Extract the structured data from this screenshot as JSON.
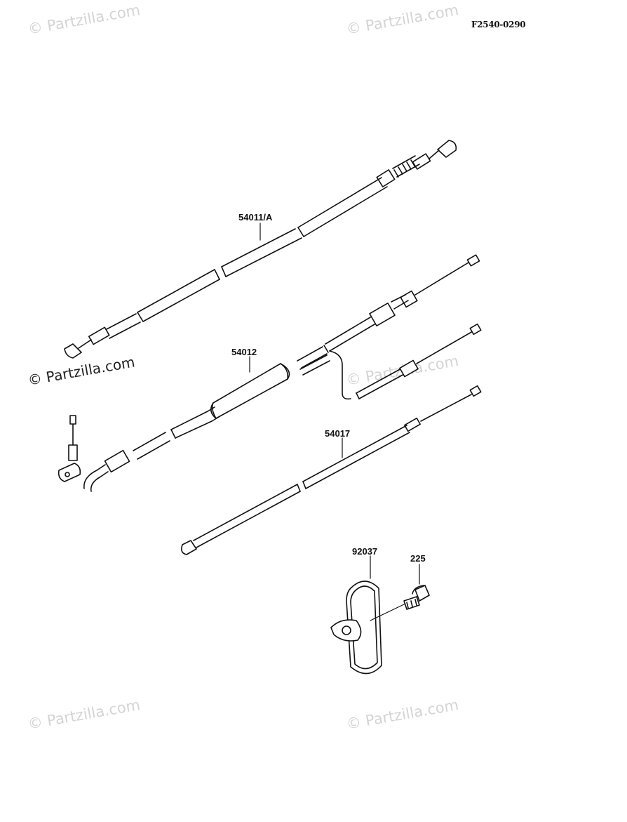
{
  "figure_code": "F2540-0290",
  "watermark": "© Partzilla.com",
  "parts": {
    "p54011A": "54011/A",
    "p54012": "54012",
    "p54017": "54017",
    "p92037": "92037",
    "p225": "225"
  }
}
